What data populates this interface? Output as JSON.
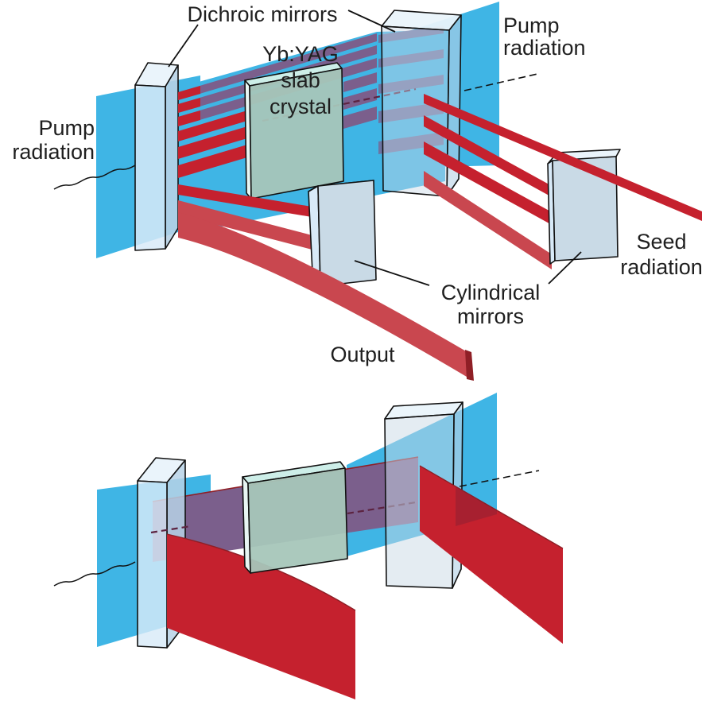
{
  "figure": {
    "labels": {
      "dichroic_mirrors": "Dichroic mirrors",
      "crystal_line1": "Yb:YAG",
      "crystal_line2": "slab",
      "crystal_line3": "crystal",
      "pump_left_line1": "Pump",
      "pump_left_line2": "radiation",
      "pump_right_line1": "Pump",
      "pump_right_line2": "radiation",
      "seed_line1": "Seed",
      "seed_line2": "radiation",
      "cylindrical_line1": "Cylindrical",
      "cylindrical_line2": "mirrors",
      "output": "Output"
    },
    "colors": {
      "pump_blue": "#3fb5e5",
      "beam_red": "#c5212e",
      "beam_red_band": "#c9474f",
      "overlap_purple": "#7b5f8c",
      "mirror_front": "#d8eaf8",
      "mirror_side": "#b7d2e6",
      "mirror_top": "#eaf4fb",
      "mirror_gray": "#c9dae6",
      "crystal_green": "#a7c6b9",
      "crystal_top": "#cdeee8",
      "crystal_side": "#e8f6f3",
      "outline": "#111111",
      "dark_red": "#8f1f26",
      "maroon_dash": "#5c2340",
      "text": "#1f1f1f",
      "background": "#ffffff"
    }
  }
}
